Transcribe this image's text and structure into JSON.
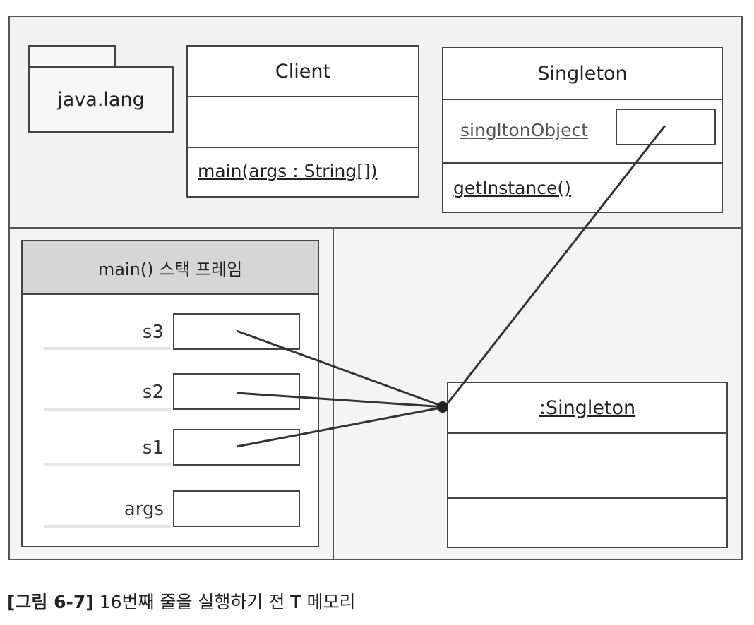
{
  "package": {
    "name": "java.lang"
  },
  "client_class": {
    "name": "Client",
    "method": "main(args : String[])"
  },
  "singleton_class": {
    "name": "Singleton",
    "field": "singltonObject",
    "method": "getInstance()"
  },
  "stack_frame": {
    "title": "main() 스택 프레임",
    "vars": [
      "s3",
      "s2",
      "s1",
      "args"
    ]
  },
  "instance": {
    "name": ":Singleton"
  },
  "caption": {
    "label": "[그림 6-7]",
    "text": " 16번째 줄을 실행하기 전 T 메모리"
  }
}
